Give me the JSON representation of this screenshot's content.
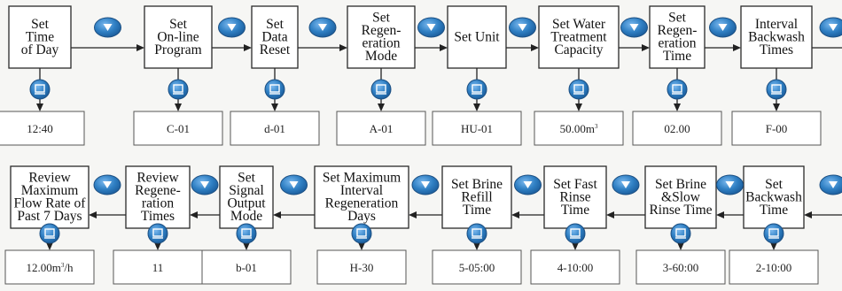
{
  "colors": {
    "button_blue": "#2f7fc3",
    "button_highlight": "#7ab8ee",
    "arrow": "#222222"
  },
  "icons": {
    "row_advance_button": "down-triangle-button-icon",
    "value_button": "menu-enter-button-icon"
  },
  "row1": [
    {
      "label": [
        "Set",
        "Time",
        "of Day"
      ],
      "value": "12:40"
    },
    {
      "label": [
        "Set",
        "On-line",
        "Program"
      ],
      "value": "C-01"
    },
    {
      "label": [
        "Set",
        "Data",
        "Reset"
      ],
      "value": "d-01"
    },
    {
      "label": [
        "Set",
        "Regen-",
        "eration",
        "Mode"
      ],
      "value": "A-01"
    },
    {
      "label": [
        "Set Unit"
      ],
      "value": "HU-01"
    },
    {
      "label": [
        "Set Water",
        "Treatment",
        "Capacity"
      ],
      "value": "50.00m",
      "value_sup": "3"
    },
    {
      "label": [
        "Set",
        "Regen-",
        "eration",
        "Time"
      ],
      "value": "02.00"
    },
    {
      "label": [
        "Interval",
        "Backwash",
        "Times"
      ],
      "value": "F-00"
    }
  ],
  "row2": [
    {
      "label": [
        "Review",
        "Maximum",
        "Flow Rate of",
        "Past 7 Days"
      ],
      "value": "12.00m",
      "value_sup": "3",
      "value_suffix": "/h"
    },
    {
      "label": [
        "Review",
        "Regene-",
        "ration",
        "Times"
      ],
      "value": "11"
    },
    {
      "label": [
        "Set",
        "Signal",
        "Output",
        "Mode"
      ],
      "value": "b-01"
    },
    {
      "label": [
        "Set Maximum",
        "Interval",
        "Regeneration",
        "Days"
      ],
      "value": "H-30"
    },
    {
      "label": [
        "Set Brine",
        "Refill",
        "Time"
      ],
      "value": "5-05:00"
    },
    {
      "label": [
        "Set Fast",
        "Rinse",
        "Time"
      ],
      "value": "4-10:00"
    },
    {
      "label": [
        "Set Brine",
        "&Slow",
        "Rinse Time"
      ],
      "value": "3-60:00"
    },
    {
      "label": [
        "Set",
        "Backwash",
        "Time"
      ],
      "value": "2-10:00"
    }
  ]
}
